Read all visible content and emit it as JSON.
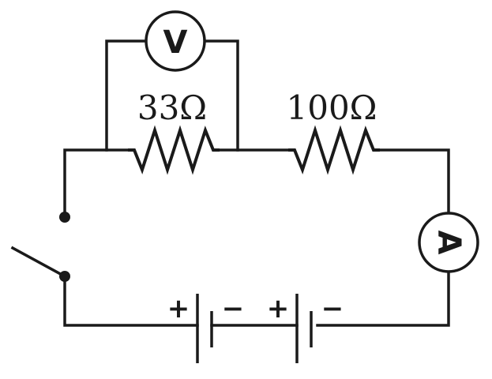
{
  "diagram": {
    "resistor_1_label": "33Ω",
    "resistor_2_label": "100Ω",
    "voltmeter_symbol": "V",
    "ammeter_symbol": "A",
    "battery_1_positive": "+",
    "battery_1_negative": "−",
    "battery_2_positive": "+",
    "battery_2_negative": "−"
  }
}
